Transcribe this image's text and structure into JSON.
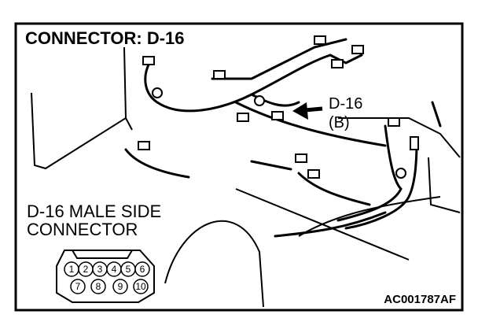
{
  "title": "CONNECTOR: D-16",
  "callout": {
    "line1": "D-16",
    "line2": "(B)"
  },
  "connector_label": {
    "line1": "D-16 MALE SIDE",
    "line2": "CONNECTOR"
  },
  "pins": {
    "top_row": [
      "1",
      "2",
      "3",
      "4",
      "5",
      "6"
    ],
    "bottom_row": [
      "7",
      "8",
      "9",
      "10"
    ]
  },
  "figure_code": "AC001787AF"
}
